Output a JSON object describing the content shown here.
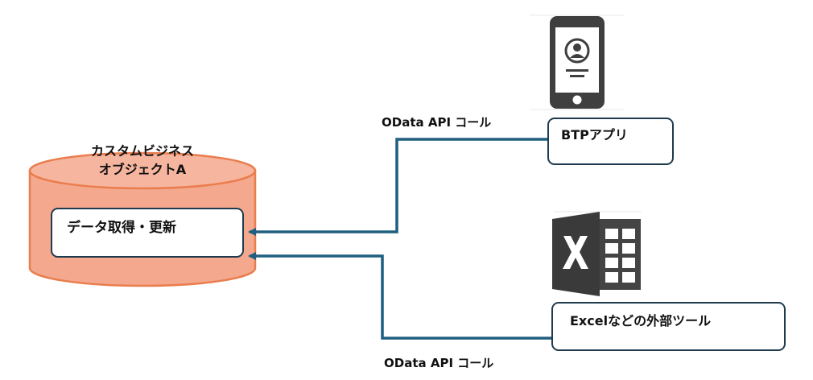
{
  "database": {
    "title_line1": "カスタムビジネス",
    "title_line2": "オブジェクトA",
    "inner_label": "データ取得・更新",
    "fill_color": "#f4a98f",
    "border_color": "#ea7d4e"
  },
  "clients": {
    "btp_app": {
      "label": "BTPアプリ",
      "icon": "smartphone-icon"
    },
    "excel_tool": {
      "label": "Excelなどの外部ツール",
      "icon": "excel-icon"
    }
  },
  "connections": {
    "top_label": "OData API コール",
    "bottom_label": "OData API コール",
    "line_color": "#1f5f80"
  }
}
